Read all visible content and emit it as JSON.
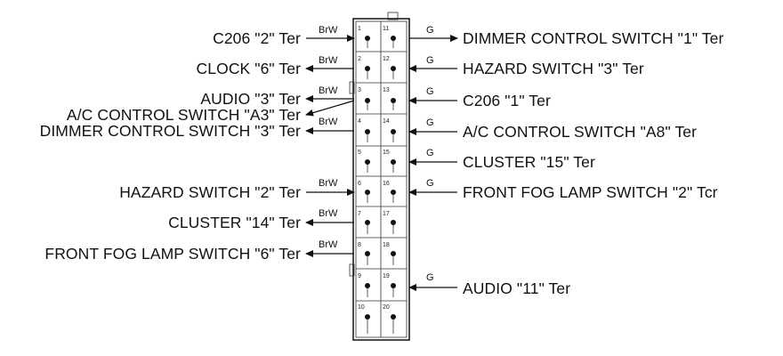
{
  "connector": {
    "pins_left": [
      "1",
      "2",
      "3",
      "4",
      "5",
      "6",
      "7",
      "8",
      "9",
      "10"
    ],
    "pins_right": [
      "11",
      "12",
      "13",
      "14",
      "15",
      "16",
      "17",
      "18",
      "19",
      "20"
    ]
  },
  "left_connections": [
    {
      "label": "C206 \"2\" Ter",
      "wire": "BrW",
      "direction": "into-connector",
      "pin": "1"
    },
    {
      "label": "CLOCK \"6\" Ter",
      "wire": "BrW",
      "direction": "out-of-connector",
      "pin": "2"
    },
    {
      "label": "AUDIO \"3\" Ter",
      "wire": "BrW",
      "direction": "out-of-connector",
      "pin": "3"
    },
    {
      "label": "A/C CONTROL SWITCH \"A3\" Ter",
      "wire": "",
      "direction": "out-of-connector",
      "pin": "3"
    },
    {
      "label": "DIMMER CONTROL SWITCH \"3\" Ter",
      "wire": "BrW",
      "direction": "out-of-connector",
      "pin": "4"
    },
    {
      "label": "HAZARD SWITCH \"2\" Ter",
      "wire": "BrW",
      "direction": "into-connector",
      "pin": "6"
    },
    {
      "label": "CLUSTER \"14\" Ter",
      "wire": "BrW",
      "direction": "out-of-connector",
      "pin": "7"
    },
    {
      "label": "FRONT FOG LAMP SWITCH \"6\" Ter",
      "wire": "BrW",
      "direction": "out-of-connector",
      "pin": "8"
    }
  ],
  "right_connections": [
    {
      "label": "DIMMER CONTROL SWITCH \"1\" Ter",
      "wire": "G",
      "direction": "out-of-connector",
      "pin": "11"
    },
    {
      "label": "HAZARD SWITCH \"3\" Ter",
      "wire": "G",
      "direction": "into-connector",
      "pin": "12"
    },
    {
      "label": "C206 \"1\" Ter",
      "wire": "G",
      "direction": "into-connector",
      "pin": "13"
    },
    {
      "label": "A/C CONTROL SWITCH \"A8\" Ter",
      "wire": "G",
      "direction": "into-connector",
      "pin": "14"
    },
    {
      "label": "CLUSTER \"15\" Ter",
      "wire": "G",
      "direction": "into-connector",
      "pin": "15"
    },
    {
      "label": "FRONT FOG LAMP SWITCH \"2\" Tcr",
      "wire": "G",
      "direction": "into-connector",
      "pin": "16"
    },
    {
      "label": "AUDIO \"11\" Ter",
      "wire": "G",
      "direction": "into-connector",
      "pin": "19"
    }
  ]
}
